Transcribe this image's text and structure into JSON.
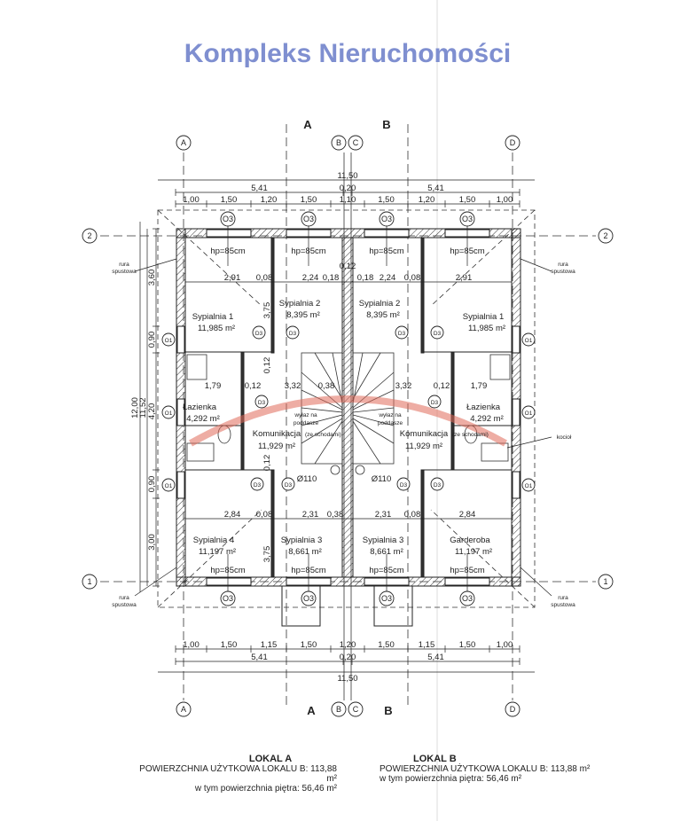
{
  "grid": {
    "axes_x": [
      "A",
      "B",
      "C",
      "D"
    ],
    "axes_y": [
      "2",
      "1"
    ],
    "sections": [
      "A",
      "B"
    ]
  },
  "dims_top": {
    "total": "11,50",
    "halves": [
      "5,41",
      "0,20",
      "5,41"
    ],
    "segments": [
      "1,00",
      "1,50",
      "1,20",
      "1,50",
      "1,10",
      "1,50",
      "1,20",
      "1,50",
      "1,00"
    ]
  },
  "dims_bottom": {
    "total": "11,50",
    "halves": [
      "5,41",
      "0,20",
      "5,41"
    ],
    "segments": [
      "1,00",
      "1,50",
      "1,15",
      "1,50",
      "1,20",
      "1,50",
      "1,15",
      "1,50",
      "1,00"
    ]
  },
  "dims_left": {
    "total": "12,00",
    "inner": "11,52",
    "segments": [
      "3,60",
      "0,90",
      "4,20",
      "0,90",
      "3,00"
    ]
  },
  "dims_inner": {
    "top_row": [
      "2,91",
      "0,08",
      "2,24",
      "0,18",
      "0,12",
      "0,18",
      "2,24",
      "0,08",
      "2,91"
    ],
    "mid_row": [
      "1,79",
      "0,12",
      "3,32",
      "0,38",
      "3,32",
      "0,12",
      "1,79"
    ],
    "bottom_row": [
      "2,84",
      "0,08",
      "2,31",
      "0,38",
      "2,31",
      "0,08",
      "2,84"
    ],
    "vertical": [
      "3,75",
      "0,12",
      "0,12",
      "3,75"
    ]
  },
  "rooms": [
    {
      "name": "Sypialnia 1",
      "area": "11,985 m²"
    },
    {
      "name": "Sypialnia 2",
      "area": "8,395 m²"
    },
    {
      "name": "Sypialnia 2",
      "area": "8,395 m²"
    },
    {
      "name": "Sypialnia 1",
      "area": "11,985 m²"
    },
    {
      "name": "Łazienka",
      "area": "4,292 m²"
    },
    {
      "name": "Łazienka",
      "area": "4,292 m²"
    },
    {
      "name": "Komunikacja",
      "note": "(ze schodami)",
      "area": "11,929 m²"
    },
    {
      "name": "Komunikacja",
      "note": "(ze schodami)",
      "area": "11,929 m²"
    },
    {
      "name": "Sypialnia 4",
      "area": "11,197 m²"
    },
    {
      "name": "Sypialnia 3",
      "area": "8,661 m²"
    },
    {
      "name": "Sypialnia 3",
      "area": "8,661 m²"
    },
    {
      "name": "Garderoba",
      "area": "11,197 m²"
    }
  ],
  "sill_height": "hp=85cm",
  "window_top_bottom": "O3",
  "window_side": "O1",
  "door": "D3",
  "pipe_diameter": "Ø110",
  "hatch": [
    "wyłaz na",
    "poddasze"
  ],
  "notes": {
    "downpipe": [
      "rura",
      "spustowa"
    ],
    "boiler": "kocioł"
  },
  "watermark": "Kompleks Nieruchomości",
  "legend": {
    "a_title": "LOKAL A",
    "a_area": "POWIERZCHNIA UŻYTKOWA LOKALU B: 113,88 m²",
    "a_floor": "w tym powierzchnia piętra: 56,46 m²",
    "b_title": "LOKAL B",
    "b_area": "POWIERZCHNIA UŻYTKOWA LOKALU B: 113,88 m²",
    "b_floor": "w tym powierzchnia piętra: 56,46 m²"
  },
  "colors": {
    "line": "#222222",
    "watermark_blue": "#7f8fd0",
    "watermark_red": "#e06a5a"
  }
}
